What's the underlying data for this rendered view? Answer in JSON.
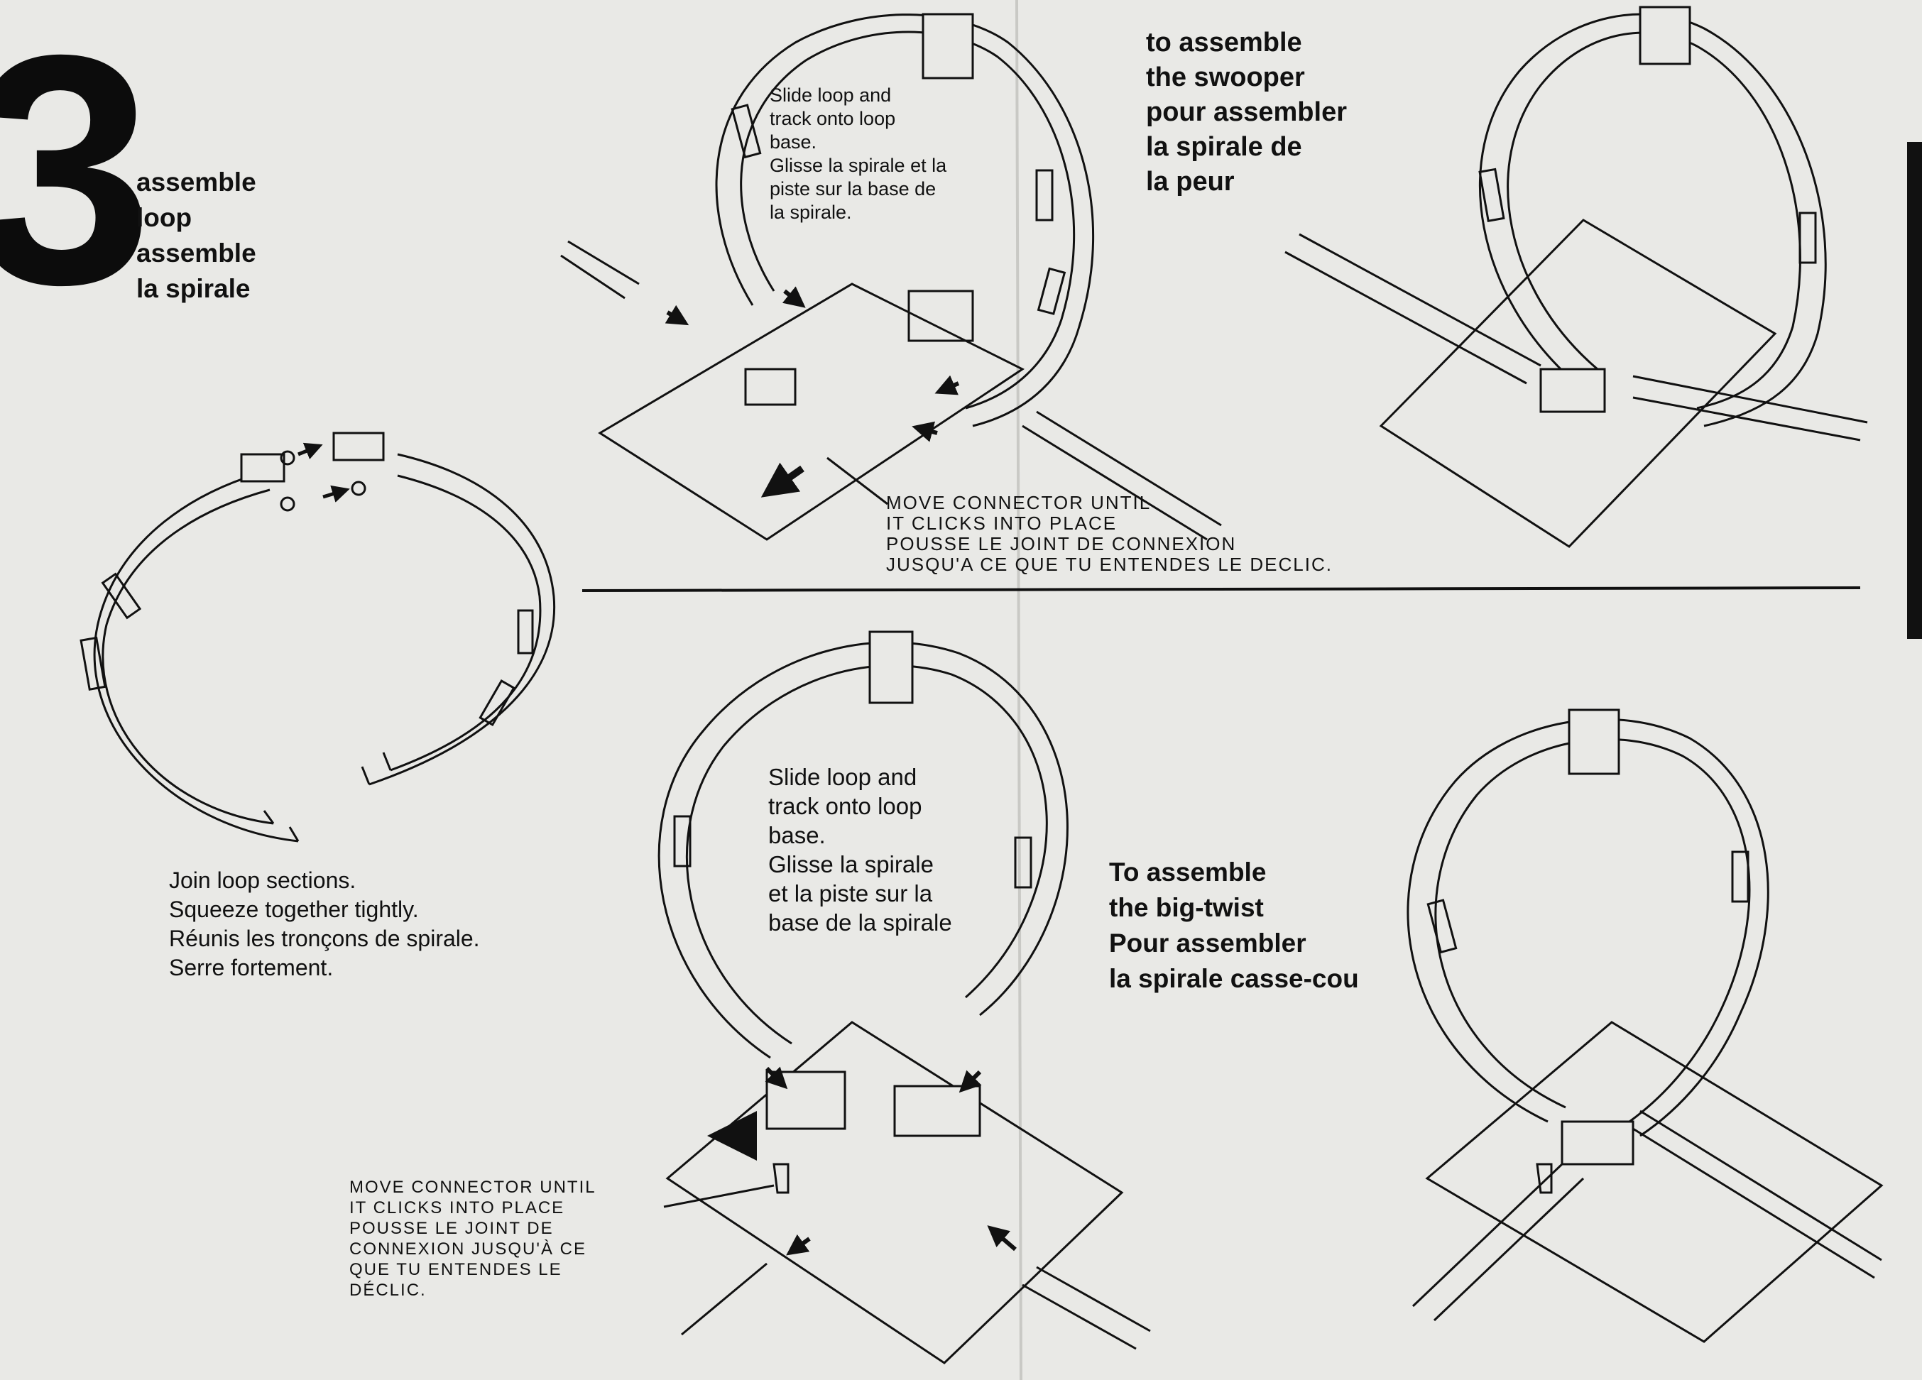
{
  "document": {
    "step_number": "3",
    "step_title": "assemble\nloop\nassemble\nla spirale",
    "join_caption": "Join loop sections.\nSqueeze together tightly.\nRéunis les tronçons de spirale.\nSerre fortement.",
    "top_slide_caption": "Slide loop and\ntrack onto loop\nbase.\nGlisse la spirale et la\npiste sur la base de\nla spirale.",
    "top_connector_caption": "MOVE CONNECTOR UNTIL\nIT CLICKS INTO PLACE\nPOUSSE LE JOINT DE CONNEXION\nJUSQU'A CE QUE TU ENTENDES LE DECLIC.",
    "swooper_heading": "to assemble\nthe swooper\npour assembler\nla spirale de\nla peur",
    "bottom_slide_caption": "Slide loop and\ntrack onto loop\nbase.\nGlisse la spirale\net la piste sur la\nbase de la spirale",
    "bottom_connector_caption": "MOVE CONNECTOR UNTIL\nIT CLICKS INTO PLACE\nPOUSSE LE JOINT DE\nCONNEXION JUSQU'À CE\nQUE TU ENTENDES LE\nDÉCLIC.",
    "bigtwist_heading": "To assemble\nthe big-twist\nPour assembler\nla spirale casse-cou"
  },
  "colors": {
    "paper": "#e9e9e6",
    "ink": "#111111"
  }
}
